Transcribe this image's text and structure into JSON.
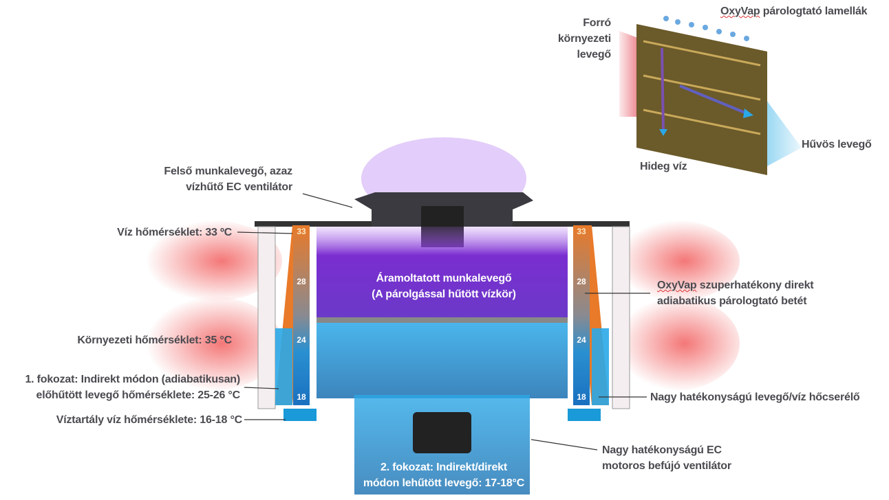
{
  "labels": {
    "top_fan": [
      "Felső munkalevegő, azaz",
      "vízhűtő EC ventilátor"
    ],
    "water_temp": "Víz hőmérséklet: 33 ºC",
    "ambient_temp": "Környezeti hőmérséklet: 35 °C",
    "stage1": [
      "1. fokozat: Indirekt módon (adiabatikusan)",
      "előhűtött levegő hőmérséklete: 25-26 °C"
    ],
    "tank_temp": "Víztartály víz hőmérséklete: 16-18 °C",
    "center_air": [
      "Áramoltatott munkalevegő",
      "(A párolgással hűtött vízkör)"
    ],
    "oxyvap_insert_brand": "OxyVap",
    "oxyvap_insert": [
      " szuperhatékony direkt",
      "adiabatikus párologtató betét"
    ],
    "heat_exchanger": "Nagy hatékonyságú levegő/víz hőcserélő",
    "supply_fan": [
      "Nagy hatékonyságú EC",
      "motoros befújó ventilátor"
    ],
    "stage2": [
      "2. fokozat: Indirekt/direkt",
      "módon lehűtött levegő: 17-18°C"
    ]
  },
  "inset": {
    "title_brand": "OxyVap",
    "title": " párologtató lamellák",
    "hot_air": [
      "Forró",
      "környezeti",
      "levegő"
    ],
    "cool_air": "Hűvös levegő",
    "cold_water": "Hideg víz"
  },
  "column_temps": [
    "33",
    "28",
    "24",
    "18"
  ],
  "colors": {
    "hot": "#f04a4a",
    "cool": "#3bb4e8",
    "purple": "#8a3cd6",
    "orange": "#e87a2a",
    "text": "#4a4a50"
  }
}
